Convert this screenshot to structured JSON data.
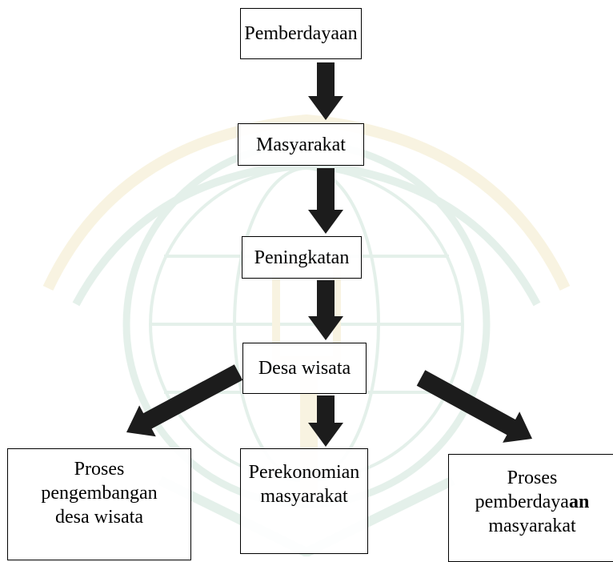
{
  "colors": {
    "arrow": "#1c1c1c",
    "box_border": "#000000",
    "watermark_green": "#5ea783",
    "watermark_gold": "#d9b94a"
  },
  "nodes": {
    "pemberdayaan": "Pemberdayaan",
    "masyarakat": "Masyarakat",
    "peningkatan": "Peningkatan",
    "desa_wisata": "Desa wisata",
    "proses_pengembangan": {
      "line1": "Proses",
      "line2": "pengembangan",
      "line3": "desa wisata"
    },
    "perekonomian": {
      "line1": "Perekonomian",
      "line2": "masyarakat"
    },
    "proses_pemberdayaan": {
      "line1": "Proses",
      "line2_plain": "pemberdaya",
      "line2_bold": "an",
      "line3": "masyarakat"
    }
  },
  "edges": [
    {
      "from": "pemberdayaan",
      "to": "masyarakat"
    },
    {
      "from": "masyarakat",
      "to": "peningkatan"
    },
    {
      "from": "peningkatan",
      "to": "desa_wisata"
    },
    {
      "from": "desa_wisata",
      "to": "proses_pengembangan"
    },
    {
      "from": "desa_wisata",
      "to": "perekonomian"
    },
    {
      "from": "desa_wisata",
      "to": "proses_pemberdayaan"
    }
  ]
}
